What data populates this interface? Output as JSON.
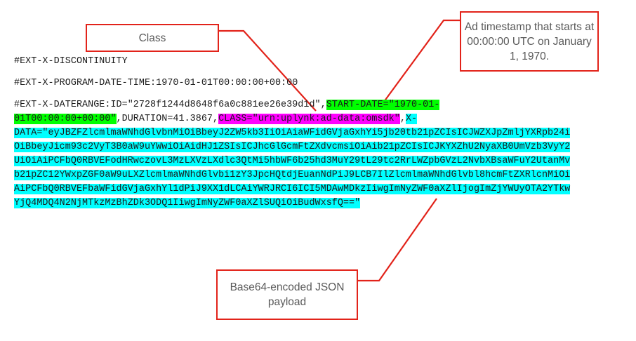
{
  "callouts": {
    "class": "Class",
    "timestamp": "Ad timestamp that starts at 00:00:00 UTC on January 1, 1970.",
    "payload": "Base64-encoded JSON payload"
  },
  "code": {
    "discontinuity": "#EXT-X-DISCONTINUITY",
    "program_date_time": "#EXT-X-PROGRAM-DATE-TIME:1970-01-01T00:00:00+00:00",
    "daterange_prefix": "#EXT-X-DATERANGE:ID=\"2728f1244d8648f6a0c881ee26e39d1d\",",
    "start_date_part1": "START-DATE=\"1970-01-",
    "start_date_part2": "01T00:00:00+00:00\"",
    "duration": ",DURATION=41.3867,",
    "class_attr": "CLASS=\"urn:uplynk:ad-data:omsdk\"",
    "comma": ",",
    "x_data_start": "X-",
    "x_data_lines": [
      "DATA=\"eyJBZFZlcmlmaWNhdGlvbnMiOiBbeyJ2ZW5kb3IiOiAiaWFidGVjaGxhYi5jb20tb21pZCIsICJWZXJpZmljYXRpb24i",
      "OiBbeyJicm93c2VyT3B0aW9uYWwiOiAidHJ1ZSIsICJhcGlGcmFtZXdvcmsiOiAib21pZCIsICJKYXZhU2NyaXB0UmVzb3VyY2",
      "UiOiAiPCFbQ0RBVEFodHRwczovL3MzLXVzLXdlc3QtMi5hbWF6b25hd3MuY29tL29tc2RrLWZpbGVzL2NvbXBsaWFuY2UtanMv",
      "b21pZC12YWxpZGF0aW9uLXZlcmlmaWNhdGlvbi1zY3JpcHQtdjEuanNdPiJ9LCB7IlZlcmlmaWNhdGlvbl8hcmFtZXRlcnMiOi",
      "AiPCFbQ0RBVEFbaWFidGVjaGxhYl1dPiJ9XX1dLCAiYWRJRCI6ICI5MDAwMDkzIiwgImNyZWF0aXZlIjogImZjYWUyOTA2YTkw",
      "YjQ4MDQ4N2NjMTkzMzBhZDk3ODQ1IiwgImNyZWF0aXZlSUQiOiBudWxsfQ==\""
    ]
  }
}
